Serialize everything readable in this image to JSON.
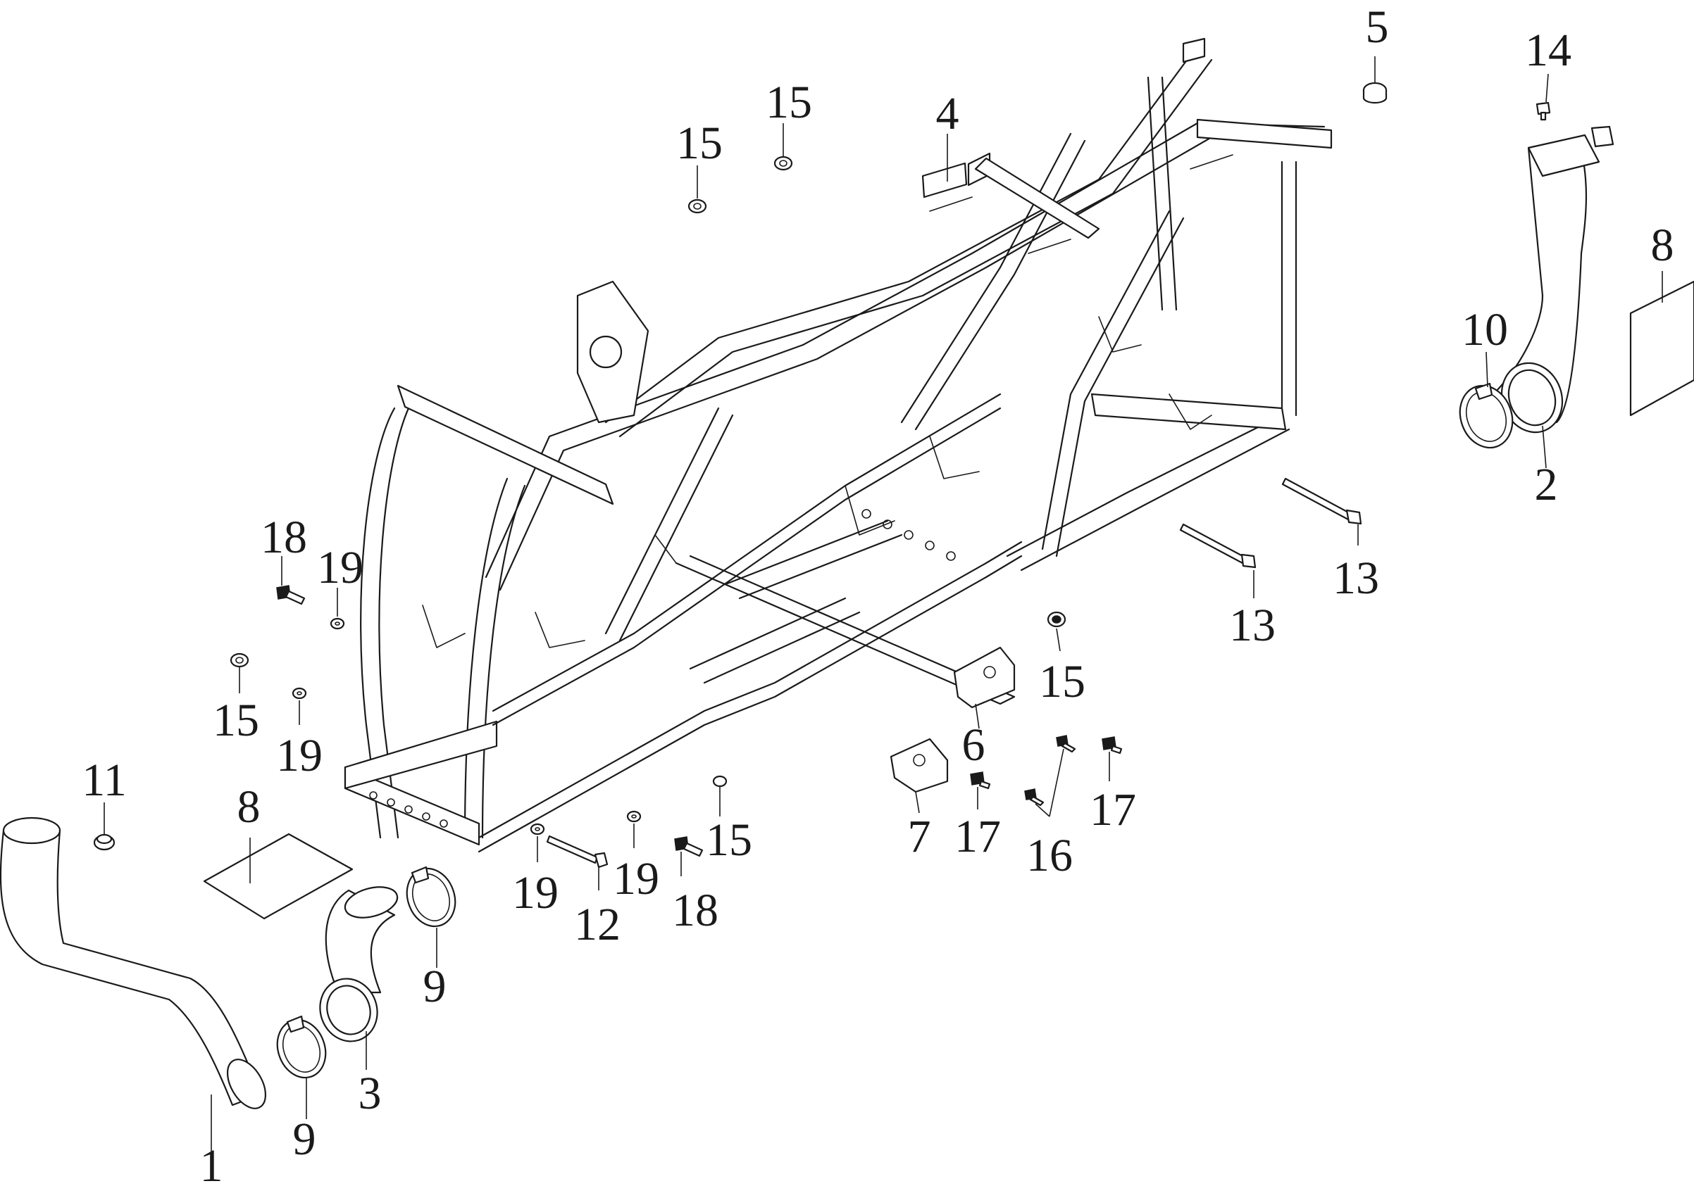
{
  "diagram": {
    "colors": {
      "line": "#1a1a1a",
      "background": "#ffffff"
    },
    "callouts": {
      "c1": "1",
      "c2": "2",
      "c3": "3",
      "c4": "4",
      "c5": "5",
      "c6": "6",
      "c7": "7",
      "c8a": "8",
      "c8b": "8",
      "c9a": "9",
      "c9b": "9",
      "c10": "10",
      "c11": "11",
      "c12": "12",
      "c13a": "13",
      "c13b": "13",
      "c14": "14",
      "c15a": "15",
      "c15b": "15",
      "c15c": "15",
      "c15d": "15",
      "c15e": "15",
      "c16": "16",
      "c17a": "17",
      "c17b": "17",
      "c18a": "18",
      "c18b": "18",
      "c19a": "19",
      "c19b": "19",
      "c19c": "19",
      "c19d": "19"
    }
  }
}
